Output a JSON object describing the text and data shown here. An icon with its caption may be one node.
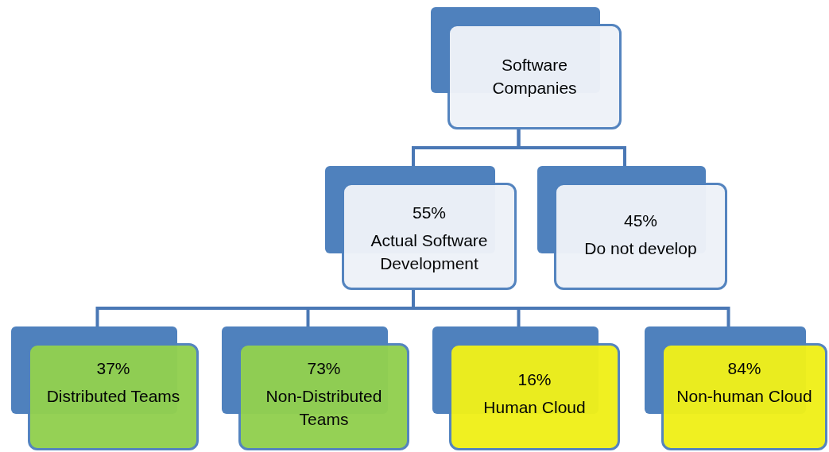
{
  "diagram": {
    "nodes": [
      {
        "text": [
          "Software Companies"
        ]
      },
      {
        "text": [
          "55%",
          "Actual Software Development"
        ]
      },
      {
        "text": [
          "45%",
          "Do not develop"
        ]
      },
      {
        "text": [
          "37%",
          "Distributed Teams"
        ]
      },
      {
        "text": [
          "73%",
          "Non-Distributed Teams"
        ]
      },
      {
        "text": [
          "16%",
          "Human Cloud"
        ]
      },
      {
        "text": [
          "84%",
          "Non-human Cloud"
        ]
      }
    ],
    "edges": [
      {
        "from": 0,
        "to": 1,
        "arrow": "none"
      },
      {
        "from": 0,
        "to": 2,
        "arrow": "none"
      },
      {
        "from": 1,
        "to": 3,
        "arrow": "none"
      },
      {
        "from": 1,
        "to": 4,
        "arrow": "none"
      },
      {
        "from": 1,
        "to": 5,
        "arrow": "none"
      },
      {
        "from": 1,
        "to": 6,
        "arrow": "none"
      }
    ]
  }
}
